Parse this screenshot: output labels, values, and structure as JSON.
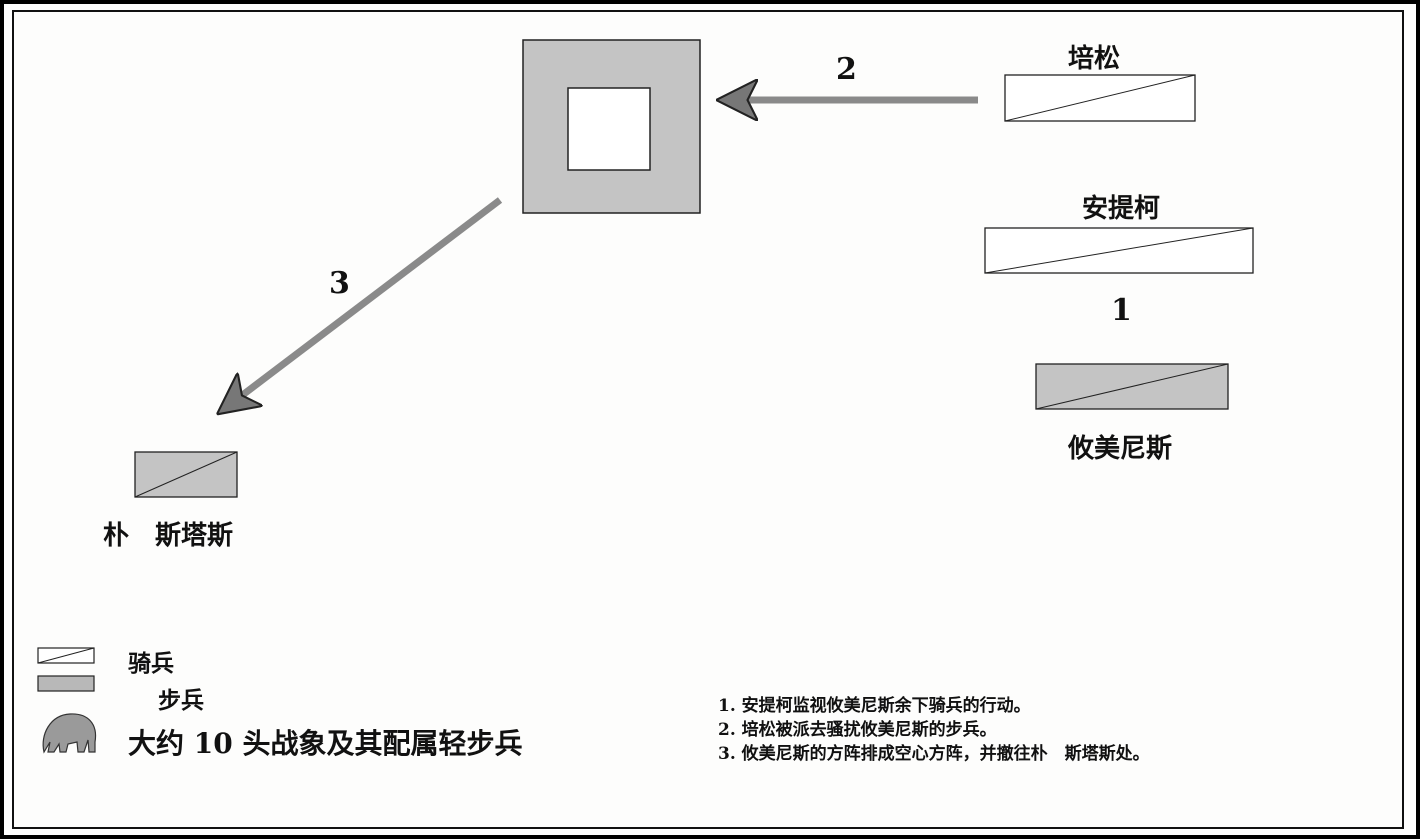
{
  "labels": {
    "peithon": "培松",
    "antigonus": "安提柯",
    "eumenes": "攸美尼斯",
    "pausanias": "朴　斯塔斯",
    "step1": "1",
    "step2": "2",
    "step3": "3"
  },
  "legend": {
    "cavalry": "骑兵",
    "infantry": "步兵",
    "elephants": "大约 10 头战象及其配属轻步兵"
  },
  "notes": [
    "1. 安提柯监视攸美尼斯余下骑兵的行动。",
    "2. 培松被派去骚扰攸美尼斯的步兵。",
    "3. 攸美尼斯的方阵排成空心方阵，并撤往朴　斯塔斯处。"
  ],
  "colors": {
    "infantry_fill": "#c4c4c4",
    "arrow": "#8a8a8a"
  }
}
